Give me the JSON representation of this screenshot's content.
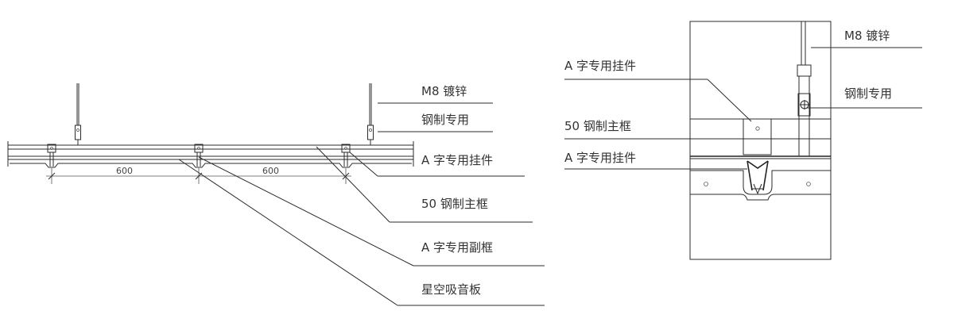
{
  "left_elevation": {
    "labels": {
      "m8": "M8 镀锌",
      "steel": "钢制专用",
      "a_hanger": "A 字专用挂件",
      "main_frame": "50 钢制主框",
      "a_subframe": "A 字专用副框",
      "panel": "星空吸音板"
    },
    "dimensions": [
      "600",
      "600"
    ]
  },
  "right_section": {
    "labels": {
      "m8": "M8 镀锌",
      "steel": "钢制专用",
      "a_hanger_top": "A 字专用挂件",
      "main_frame": "50 钢制主框",
      "a_hanger_bottom": "A 字专用挂件"
    }
  }
}
